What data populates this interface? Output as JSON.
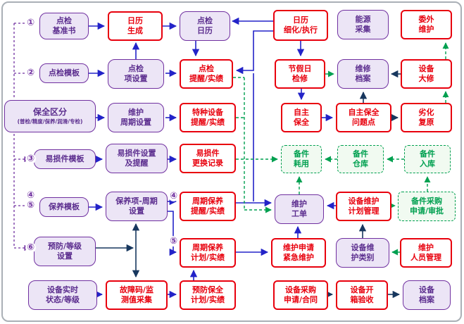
{
  "palette": {
    "purple_node_border": "#7030A0",
    "purple_node_fill": "#ECE5F6",
    "red_node_border": "#E8000D",
    "green_node_border": "#00A050",
    "blue_arrow": "#2323C8",
    "green_arrow": "#00A050",
    "dark_arrow": "#17375E",
    "purple_arrow": "#7030A0"
  },
  "badges": {
    "one": "①",
    "two": "②",
    "three": "③",
    "four": "④",
    "five": "⑤",
    "six": "⑥",
    "four_mid": "④",
    "five_mid": "⑤"
  },
  "nodes": {
    "inspection_standard_book": "点检\n基准书",
    "calendar_generation": "日历\n生成",
    "inspection_calendar": "点检\n日历",
    "calendar_refine_execute": "日历\n细化/执行",
    "energy_collection": "能源\n采集",
    "outsourced_maintenance": "委外\n维护",
    "inspection_template": "点检模板",
    "inspection_item_setting": "点检\n项设置",
    "inspection_reminder_results": "点检\n提醒/实绩",
    "holiday_overhaul": "节假日\n检修",
    "maintenance_archive": "维修\n档案",
    "equipment_overhaul": "设备\n大修",
    "maintenance_classification_title": "保全区分",
    "maintenance_classification_sub": "(普检/精度/保养/润滑/专检)",
    "maintenance_cycle_setting": "维护\n周期设置",
    "special_equipment_reminder": "特种设备\n提醒/实绩",
    "autonomous_maintenance": "自主\n保全",
    "autonomous_maintenance_issues": "自主保全\n问题点",
    "degradation_restoration": "劣化\n复原",
    "wear_parts_template": "易损件模板",
    "wear_parts_setting_reminder": "易损件设置\n及提醒",
    "wear_parts_replacement_record": "易损件\n更换记录",
    "spare_parts_consumption": "备件\n耗用",
    "spare_parts_warehouse": "备件\n仓库",
    "spare_parts_inbound": "备件\n入库",
    "upkeep_template": "保养模板",
    "upkeep_item_cycle_setting": "保养项-周期\n设置",
    "periodic_upkeep_reminder": "周期保养\n提醒/实绩",
    "maintenance_work_order": "维护\n工单",
    "equipment_maintenance_plan_mgmt": "设备维护\n计划管理",
    "spare_parts_purchase_request": "备件采购\n申请/审批",
    "prevention_level_setting": "预防/等级\n设置",
    "periodic_upkeep_plan": "周期保养\n计划/实绩",
    "maintenance_request_urgent": "维护申请\n紧急维护",
    "equipment_maintenance_category": "设备维\n护类别",
    "maintenance_staff_mgmt": "维护\n人员管理",
    "equipment_realtime_status": "设备实时\n状态/等级",
    "fault_code_monitoring": "故障码/监\n测值采集",
    "preventive_maintenance_plan": "预防保全\n计划/实绩",
    "equipment_purchase_request": "设备采购\n申请/合同",
    "equipment_unboxing_acceptance": "设备开\n箱验收",
    "equipment_archive": "设备\n档案"
  }
}
